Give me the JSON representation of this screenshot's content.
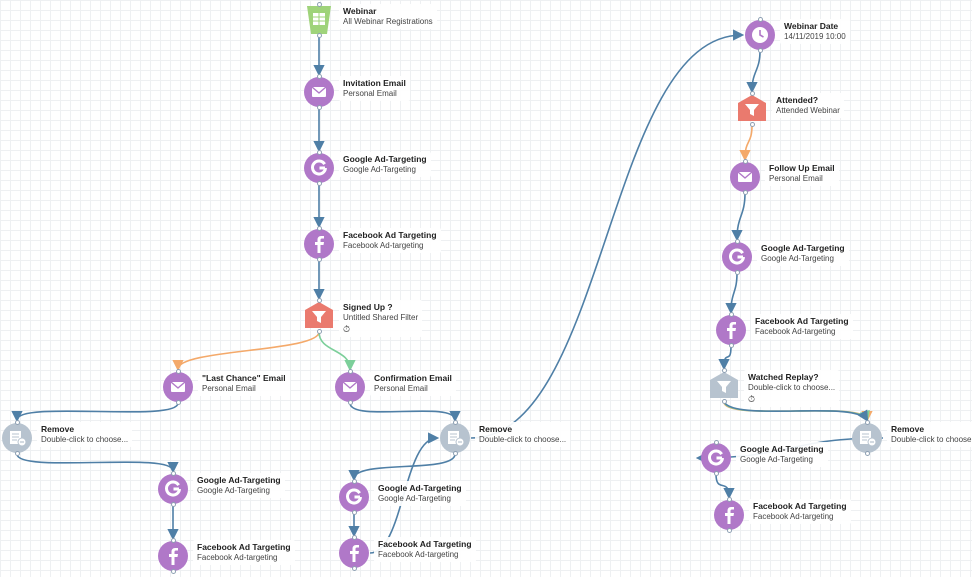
{
  "colors": {
    "email": "#b078c8",
    "email_ring": "#9a62b4",
    "google": "#b078c8",
    "facebook": "#b078c8",
    "filter": "#ea7a6e",
    "filter_inactive": "#b7c3cf",
    "remove": "#b7c3cf",
    "webinar": "#9fd37a",
    "date": "#b078c8",
    "edge": "#4f7fa6",
    "edge_orange": "#f4a96a",
    "edge_green": "#7ccf9a",
    "grid": "#eef0f2"
  },
  "nodes": [
    {
      "id": "webinar",
      "icon": "table-icon",
      "kind": "webinar",
      "title": "Webinar",
      "subtitle": "All Webinar Registrations"
    },
    {
      "id": "invitation-email",
      "icon": "mail-icon",
      "kind": "email",
      "title": "Invitation Email",
      "subtitle": "Personal Email"
    },
    {
      "id": "google-1",
      "icon": "google-icon",
      "kind": "google",
      "title": "Google Ad-Targeting",
      "subtitle": "Google Ad-Targeting"
    },
    {
      "id": "facebook-1",
      "icon": "facebook-icon",
      "kind": "facebook",
      "title": "Facebook Ad Targeting",
      "subtitle": "Facebook Ad-targeting"
    },
    {
      "id": "signed-up",
      "icon": "filter-icon",
      "kind": "filter",
      "title": "Signed Up ?",
      "subtitle": "Untitled Shared Filter",
      "timer": "⏱"
    },
    {
      "id": "last-chance-email",
      "icon": "mail-icon",
      "kind": "email",
      "title": "\"Last Chance\" Email",
      "subtitle": "Personal Email"
    },
    {
      "id": "confirmation-email",
      "icon": "mail-icon",
      "kind": "email",
      "title": "Confirmation Email",
      "subtitle": "Personal Email"
    },
    {
      "id": "remove-left",
      "icon": "list-remove-icon",
      "kind": "remove",
      "title": "Remove",
      "subtitle": "Double-click to choose..."
    },
    {
      "id": "remove-mid",
      "icon": "list-remove-icon",
      "kind": "remove",
      "title": "Remove",
      "subtitle": "Double-click to choose..."
    },
    {
      "id": "google-2",
      "icon": "google-icon",
      "kind": "google",
      "title": "Google Ad-Targeting",
      "subtitle": "Google Ad-Targeting"
    },
    {
      "id": "facebook-2",
      "icon": "facebook-icon",
      "kind": "facebook",
      "title": "Facebook Ad Targeting",
      "subtitle": "Facebook Ad-targeting"
    },
    {
      "id": "google-3",
      "icon": "google-icon",
      "kind": "google",
      "title": "Google Ad-Targeting",
      "subtitle": "Google Ad-Targeting"
    },
    {
      "id": "facebook-3",
      "icon": "facebook-icon",
      "kind": "facebook",
      "title": "Facebook Ad Targeting",
      "subtitle": "Facebook Ad-targeting"
    },
    {
      "id": "webinar-date",
      "icon": "clock-icon",
      "kind": "date",
      "title": "Webinar Date",
      "subtitle": "14/11/2019 10:00"
    },
    {
      "id": "attended",
      "icon": "filter-icon",
      "kind": "filter",
      "title": "Attended?",
      "subtitle": "Attended Webinar"
    },
    {
      "id": "follow-up-email",
      "icon": "mail-icon",
      "kind": "email",
      "title": "Follow Up Email",
      "subtitle": "Personal Email"
    },
    {
      "id": "google-4",
      "icon": "google-icon",
      "kind": "google",
      "title": "Google Ad-Targeting",
      "subtitle": "Google Ad-Targeting"
    },
    {
      "id": "facebook-4",
      "icon": "facebook-icon",
      "kind": "facebook",
      "title": "Facebook Ad Targeting",
      "subtitle": "Facebook Ad-targeting"
    },
    {
      "id": "watched-replay",
      "icon": "filter-icon",
      "kind": "filter_inactive",
      "title": "Watched Replay?",
      "subtitle": "Double-click to choose...",
      "timer": "⏱"
    },
    {
      "id": "remove-right",
      "icon": "list-remove-icon",
      "kind": "remove",
      "title": "Remove",
      "subtitle": "Double-click to choose..."
    },
    {
      "id": "google-5",
      "icon": "google-icon",
      "kind": "google",
      "title": "Google Ad-Targeting",
      "subtitle": "Google Ad-Targeting"
    },
    {
      "id": "facebook-5",
      "icon": "facebook-icon",
      "kind": "facebook",
      "title": "Facebook Ad Targeting",
      "subtitle": "Facebook Ad-targeting"
    }
  ],
  "edges": [
    {
      "from": "webinar",
      "to": "invitation-email",
      "style": "edge"
    },
    {
      "from": "invitation-email",
      "to": "google-1",
      "style": "edge"
    },
    {
      "from": "google-1",
      "to": "facebook-1",
      "style": "edge"
    },
    {
      "from": "facebook-1",
      "to": "signed-up",
      "style": "edge"
    },
    {
      "from": "signed-up",
      "to": "last-chance-email",
      "style": "edge_orange"
    },
    {
      "from": "signed-up",
      "to": "confirmation-email",
      "style": "edge_green"
    },
    {
      "from": "last-chance-email",
      "to": "remove-left",
      "style": "edge"
    },
    {
      "from": "remove-left",
      "to": "google-2",
      "style": "edge"
    },
    {
      "from": "google-2",
      "to": "facebook-2",
      "style": "edge"
    },
    {
      "from": "confirmation-email",
      "to": "remove-mid",
      "style": "edge"
    },
    {
      "from": "remove-mid",
      "to": "google-3",
      "style": "edge"
    },
    {
      "from": "google-3",
      "to": "facebook-3",
      "style": "edge"
    },
    {
      "from": "facebook-3",
      "to": "remove-mid",
      "style": "edge"
    },
    {
      "from": "remove-mid",
      "to": "webinar-date",
      "style": "edge"
    },
    {
      "from": "webinar-date",
      "to": "attended",
      "style": "edge"
    },
    {
      "from": "attended",
      "to": "follow-up-email",
      "style": "edge_orange"
    },
    {
      "from": "follow-up-email",
      "to": "google-4",
      "style": "edge"
    },
    {
      "from": "google-4",
      "to": "facebook-4",
      "style": "edge"
    },
    {
      "from": "facebook-4",
      "to": "watched-replay",
      "style": "edge"
    },
    {
      "from": "watched-replay",
      "to": "remove-right",
      "style": "edge_orange"
    },
    {
      "from": "watched-replay",
      "to": "remove-right",
      "style": "edge_green"
    },
    {
      "from": "watched-replay",
      "to": "remove-right",
      "style": "edge"
    },
    {
      "from": "remove-right",
      "to": "google-5",
      "style": "edge"
    },
    {
      "from": "google-5",
      "to": "facebook-5",
      "style": "edge"
    }
  ]
}
